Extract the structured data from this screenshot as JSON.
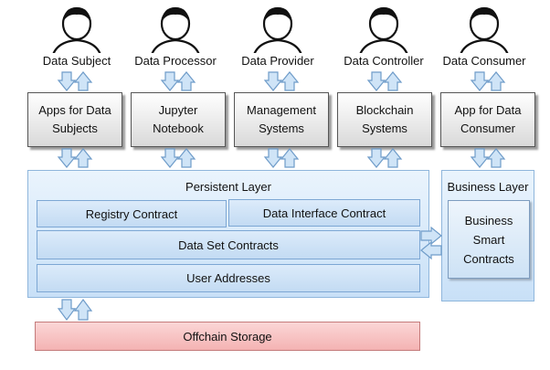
{
  "roles": [
    "Data Subject",
    "Data Processor",
    "Data Provider",
    "Data Controller",
    "Data Consumer"
  ],
  "apps": [
    "Apps for Data\nSubjects",
    "Jupyter\nNotebook",
    "Management\nSystems",
    "Blockchain\nSystems",
    "App for Data\nConsumer"
  ],
  "persistent_layer": {
    "title": "Persistent Layer",
    "registry": "Registry Contract",
    "data_interface": "Data Interface Contract",
    "data_set": "Data Set Contracts",
    "user_addresses": "User Addresses"
  },
  "business_layer": {
    "title": "Business Layer",
    "contracts": "Business\nSmart\nContracts"
  },
  "offchain": "Offchain Storage",
  "icons": {
    "person": "person-icon",
    "arrow": "bidirectional-arrow-icon"
  },
  "colors": {
    "layer_blue": "#c8e0f7",
    "contract_blue": "#c3dbf3",
    "offchain_red": "#f4b3b3",
    "arrow_fill": "#cfe4f7",
    "arrow_stroke": "#6f9cc9"
  }
}
